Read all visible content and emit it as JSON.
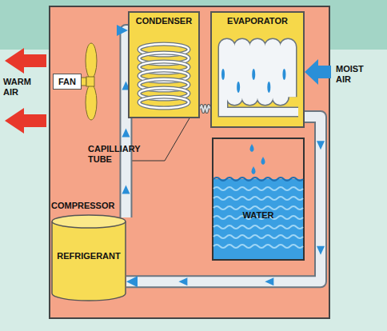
{
  "diagram": {
    "nodes": [
      {
        "text": [
          "CONDENSER"
        ]
      },
      {
        "text": [
          "EVAPORATOR"
        ]
      },
      {
        "text": [
          "FAN"
        ]
      },
      {
        "text": [
          "WATER"
        ]
      },
      {
        "text": [
          "COMPRESSOR",
          "REFRIGERANT"
        ]
      }
    ],
    "edges": [
      {
        "from": 4,
        "to": 0,
        "arrow": "to"
      },
      {
        "from": 0,
        "to": 1,
        "arrow": "none"
      },
      {
        "from": 1,
        "to": 4,
        "arrow": "to"
      }
    ],
    "labels": [
      "WARM AIR",
      "MOIST AIR",
      "CAPILLIARY TUBE"
    ]
  }
}
